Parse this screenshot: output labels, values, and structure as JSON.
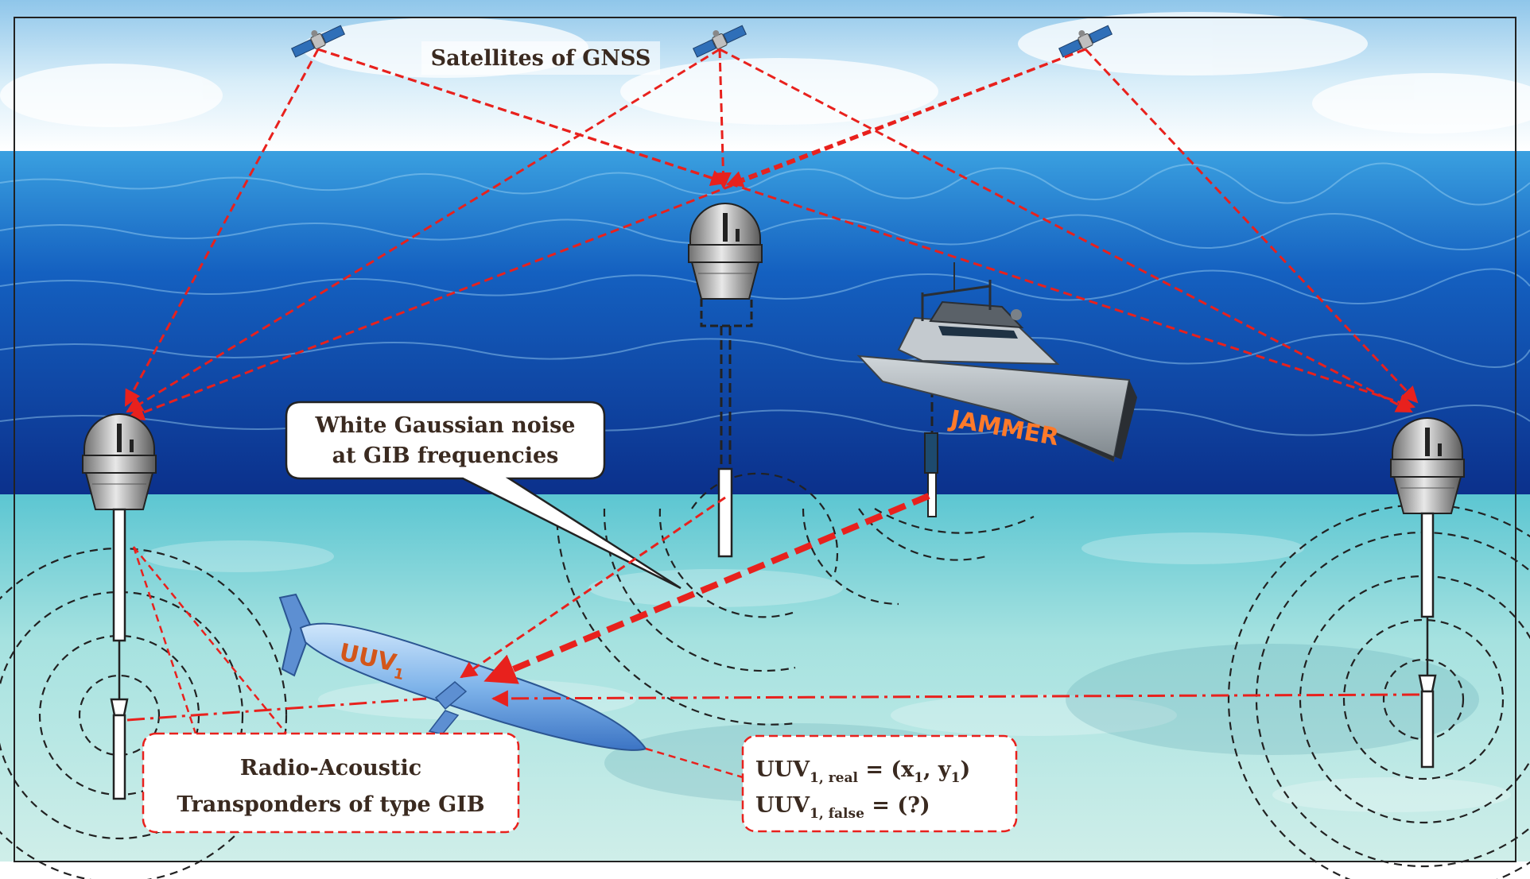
{
  "labels": {
    "satellites": "Satellites of GNSS",
    "noise_line1": "White Gaussian noise",
    "noise_line2": "at GIB frequencies",
    "jammer": "JAMMER",
    "uuv": "UUV",
    "uuv_sub": "1",
    "transponders_line1": "Radio-Acoustic",
    "transponders_line2": "Transponders of type GIB",
    "eq_real_main": "UUV",
    "eq_real_sub": "1, real",
    "eq_real_rhs": " = (x",
    "eq_real_x_sub": "1",
    "eq_real_mid": ", y",
    "eq_real_y_sub": "1",
    "eq_real_end": ")",
    "eq_false_main": "UUV",
    "eq_false_sub": "1, false",
    "eq_false_rhs": " =  (?)"
  },
  "colors": {
    "signal_red": "#e8211d",
    "sky_top": "#8fc6ea",
    "sea_deep": "#0d3f9c",
    "shallow": "#7fd3d6",
    "label_text": "#3a2a20",
    "jammer_text": "#ff7a2a"
  },
  "icons": {
    "satellite": "satellite-icon",
    "buoy": "gib-buoy-icon",
    "ship": "jammer-ship-icon",
    "uuv": "uuv-torpedo-icon"
  }
}
